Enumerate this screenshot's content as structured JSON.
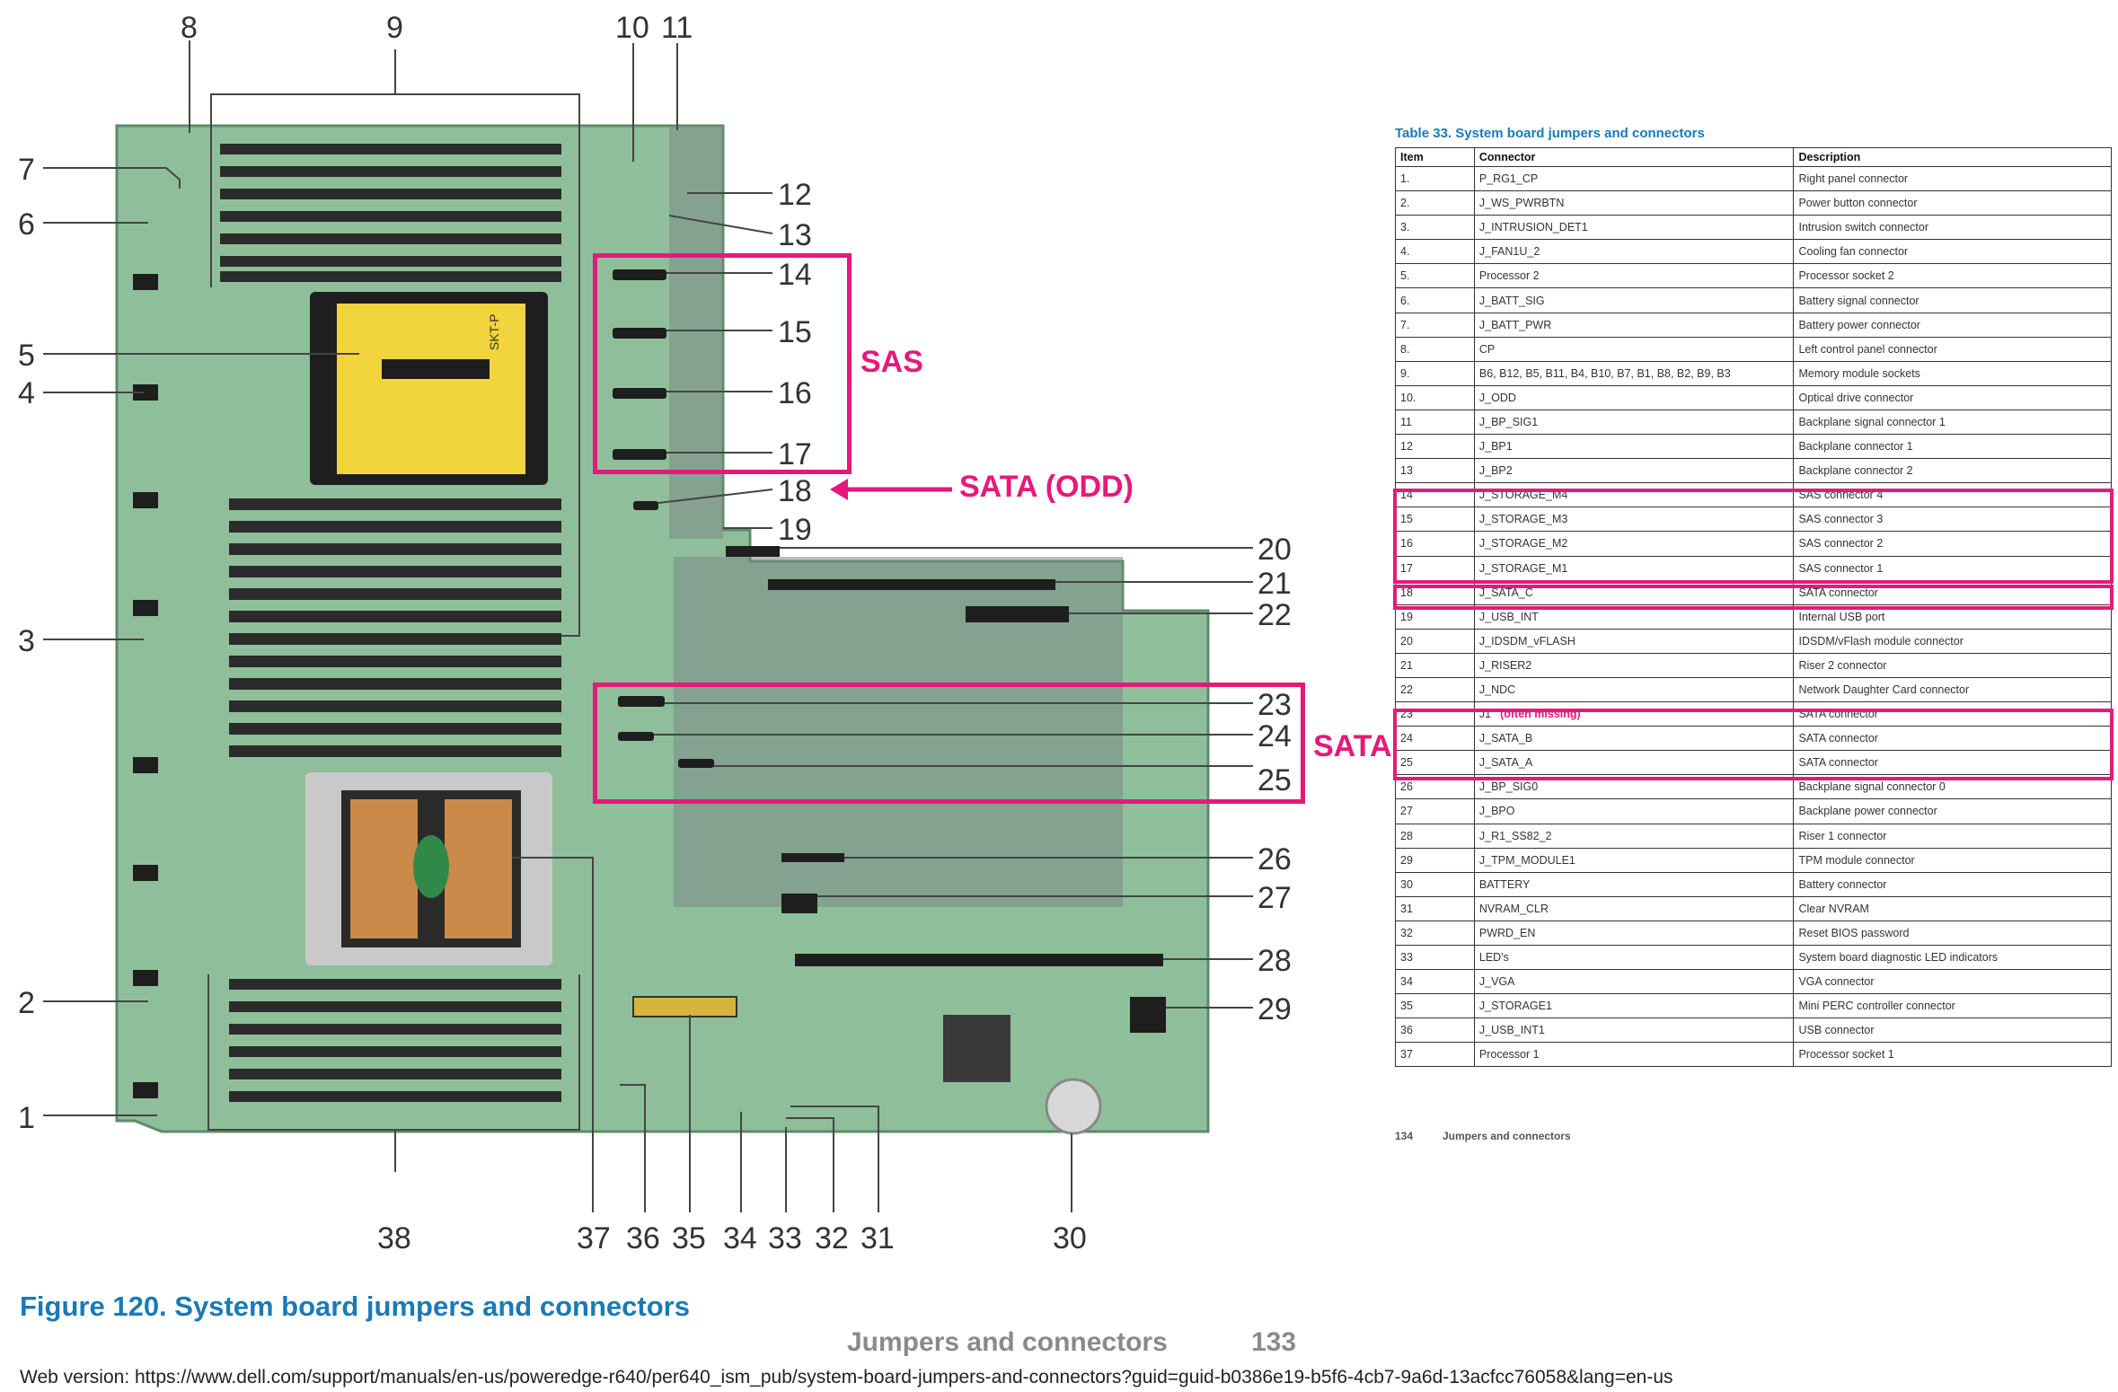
{
  "callouts": {
    "1": "1",
    "2": "2",
    "3": "3",
    "4": "4",
    "5": "5",
    "6": "6",
    "7": "7",
    "8": "8",
    "9": "9",
    "10": "10",
    "11": "11",
    "12": "12",
    "13": "13",
    "14": "14",
    "15": "15",
    "16": "16",
    "17": "17",
    "18": "18",
    "19": "19",
    "20": "20",
    "21": "21",
    "22": "22",
    "23": "23",
    "24": "24",
    "25": "25",
    "26": "26",
    "27": "27",
    "28": "28",
    "29": "29",
    "30": "30",
    "31": "31",
    "32": "32",
    "33": "33",
    "34": "34",
    "35": "35",
    "36": "36",
    "37": "37",
    "38": "38"
  },
  "annotations": {
    "sas": "SAS",
    "sata_odd": "SATA (ODD)",
    "sata": "SATA"
  },
  "board_text": {
    "socket_label": "SKT-P"
  },
  "caption": "Figure 120. System board jumpers and connectors",
  "footer": {
    "section": "Jumpers and connectors",
    "page": "133"
  },
  "web_version": "Web version:  https://www.dell.com/support/manuals/en-us/poweredge-r640/per640_ism_pub/system-board-jumpers-and-connectors?guid=guid-b0386e19-b5f6-4cb7-9a6d-13acfcc76058&lang=en-us",
  "table": {
    "title": "Table 33. System board jumpers and connectors",
    "headers": {
      "item": "Item",
      "connector": "Connector",
      "description": "Description"
    },
    "rows": [
      {
        "item": "1.",
        "connector": "P_RG1_CP",
        "description": "Right panel connector"
      },
      {
        "item": "2.",
        "connector": "J_WS_PWRBTN",
        "description": "Power button connector"
      },
      {
        "item": "3.",
        "connector": "J_INTRUSION_DET1",
        "description": "Intrusion switch connector"
      },
      {
        "item": "4.",
        "connector": "J_FAN1U_2",
        "description": "Cooling fan connector"
      },
      {
        "item": "5.",
        "connector": "Processor 2",
        "description": "Processor socket 2"
      },
      {
        "item": "6.",
        "connector": "J_BATT_SIG",
        "description": "Battery signal connector"
      },
      {
        "item": "7.",
        "connector": "J_BATT_PWR",
        "description": "Battery power connector"
      },
      {
        "item": "8.",
        "connector": "CP",
        "description": "Left control panel connector"
      },
      {
        "item": "9.",
        "connector": "B6, B12, B5, B11, B4, B10, B7, B1, B8, B2, B9, B3",
        "description": "Memory module sockets"
      },
      {
        "item": "10.",
        "connector": "J_ODD",
        "description": "Optical drive connector"
      },
      {
        "item": "11",
        "connector": "J_BP_SIG1",
        "description": "Backplane signal connector 1"
      },
      {
        "item": "12",
        "connector": "J_BP1",
        "description": "Backplane connector 1"
      },
      {
        "item": "13",
        "connector": "J_BP2",
        "description": "Backplane connector 2"
      },
      {
        "item": "14",
        "connector": "J_STORAGE_M4",
        "description": "SAS connector 4"
      },
      {
        "item": "15",
        "connector": "J_STORAGE_M3",
        "description": "SAS connector 3"
      },
      {
        "item": "16",
        "connector": "J_STORAGE_M2",
        "description": "SAS connector 2"
      },
      {
        "item": "17",
        "connector": "J_STORAGE_M1",
        "description": "SAS connector 1"
      },
      {
        "item": "18",
        "connector": "J_SATA_C",
        "description": "SATA connector"
      },
      {
        "item": "19",
        "connector": "J_USB_INT",
        "description": "Internal USB port"
      },
      {
        "item": "20",
        "connector": "J_IDSDM_vFLASH",
        "description": "IDSDM/vFlash module connector"
      },
      {
        "item": "21",
        "connector": "J_RISER2",
        "description": "Riser 2 connector"
      },
      {
        "item": "22",
        "connector": "J_NDC",
        "description": "Network Daughter Card connector"
      },
      {
        "item": "23",
        "connector": "J1",
        "note": "(often missing)",
        "description": "SATA connector"
      },
      {
        "item": "24",
        "connector": "J_SATA_B",
        "description": "SATA connector"
      },
      {
        "item": "25",
        "connector": "J_SATA_A",
        "description": "SATA connector"
      },
      {
        "item": "26",
        "connector": "J_BP_SIG0",
        "description": "Backplane signal connector 0"
      },
      {
        "item": "27",
        "connector": "J_BPO",
        "description": "Backplane power connector"
      },
      {
        "item": "28",
        "connector": "J_R1_SS82_2",
        "description": "Riser 1 connector"
      },
      {
        "item": "29",
        "connector": "J_TPM_MODULE1",
        "description": "TPM module connector"
      },
      {
        "item": "30",
        "connector": "BATTERY",
        "description": "Battery connector"
      },
      {
        "item": "31",
        "connector": "NVRAM_CLR",
        "description": "Clear NVRAM"
      },
      {
        "item": "32",
        "connector": "PWRD_EN",
        "description": "Reset BIOS password"
      },
      {
        "item": "33",
        "connector": "LED's",
        "description": "System board diagnostic LED indicators"
      },
      {
        "item": "34",
        "connector": "J_VGA",
        "description": "VGA connector"
      },
      {
        "item": "35",
        "connector": "J_STORAGE1",
        "description": "Mini PERC controller connector"
      },
      {
        "item": "36",
        "connector": "J_USB_INT1",
        "description": "USB connector"
      },
      {
        "item": "37",
        "connector": "Processor 1",
        "description": "Processor socket 1"
      }
    ]
  },
  "page_footer": {
    "number": "134",
    "section": "Jumpers and connectors"
  },
  "colors": {
    "highlight": "#e6197a",
    "caption_blue": "#1a7ab8",
    "board_green": "#8fbf9a"
  }
}
